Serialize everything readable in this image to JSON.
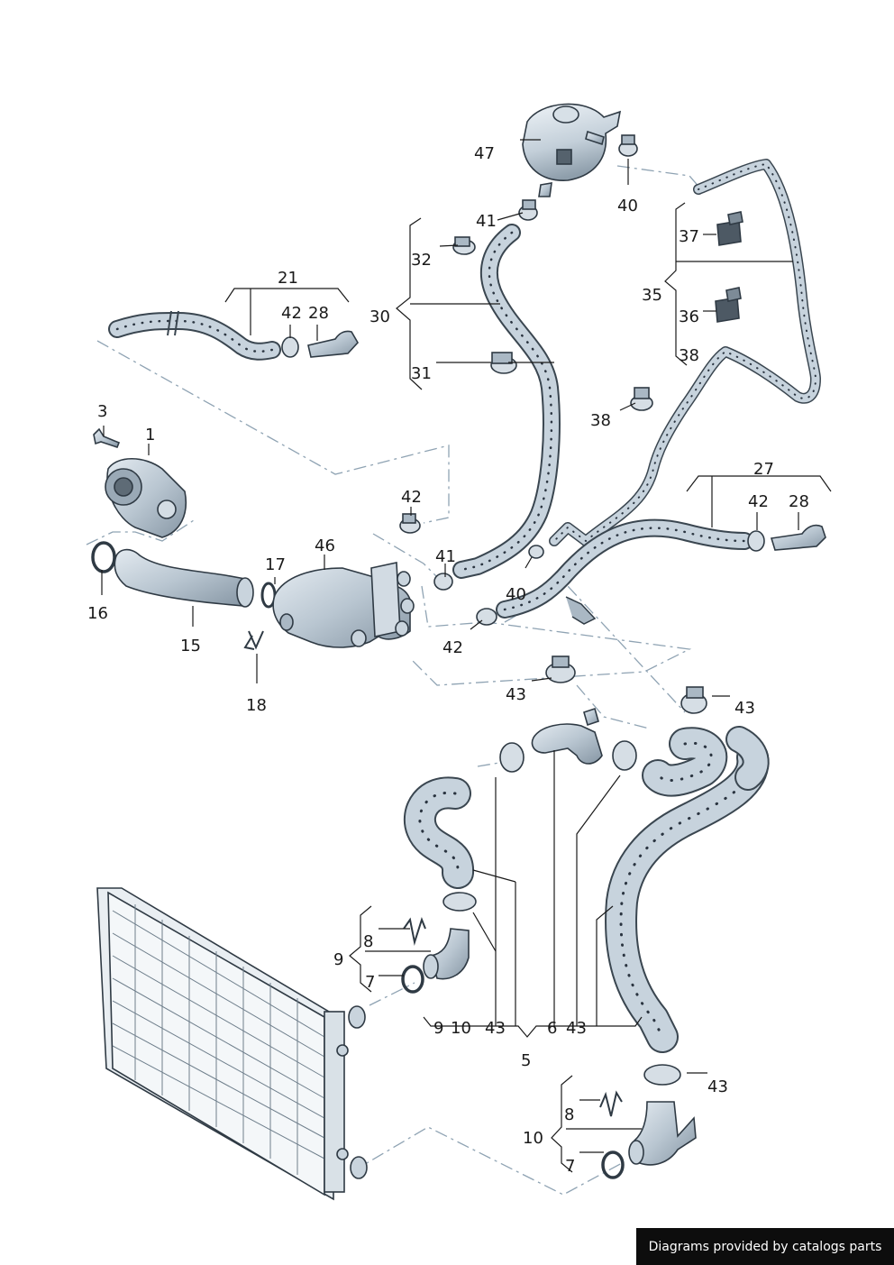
{
  "labels": {
    "l1": "1",
    "l3": "3",
    "l5": "5",
    "l6": "6",
    "l7a": "7",
    "l7b": "7",
    "l8a": "8",
    "l8b": "8",
    "l9a": "9",
    "l9b": "9",
    "l10a": "10",
    "l10b": "10",
    "l15": "15",
    "l16": "16",
    "l17": "17",
    "l18": "18",
    "l21": "21",
    "l27": "27",
    "l28a": "28",
    "l28b": "28",
    "l30": "30",
    "l31": "31",
    "l32": "32",
    "l35": "35",
    "l36": "36",
    "l37": "37",
    "l38a": "38",
    "l38b": "38",
    "l40a": "40",
    "l40b": "40",
    "l41a": "41",
    "l41b": "41",
    "l42a": "42",
    "l42b": "42",
    "l42c": "42",
    "l42d": "42",
    "l43a": "43",
    "l43b": "43",
    "l43c": "43",
    "l43d": "43",
    "l43e": "43",
    "l46": "46",
    "l47": "47"
  },
  "footer": {
    "text": "Diagrams provided by catalogs parts"
  },
  "colors": {
    "hose_fill": "#c7d3dd",
    "hose_outline": "#3a4650",
    "part_fill": "#b9c6d1",
    "dash_line": "#8fa3b3",
    "footer_bg": "#0d0d0d"
  }
}
